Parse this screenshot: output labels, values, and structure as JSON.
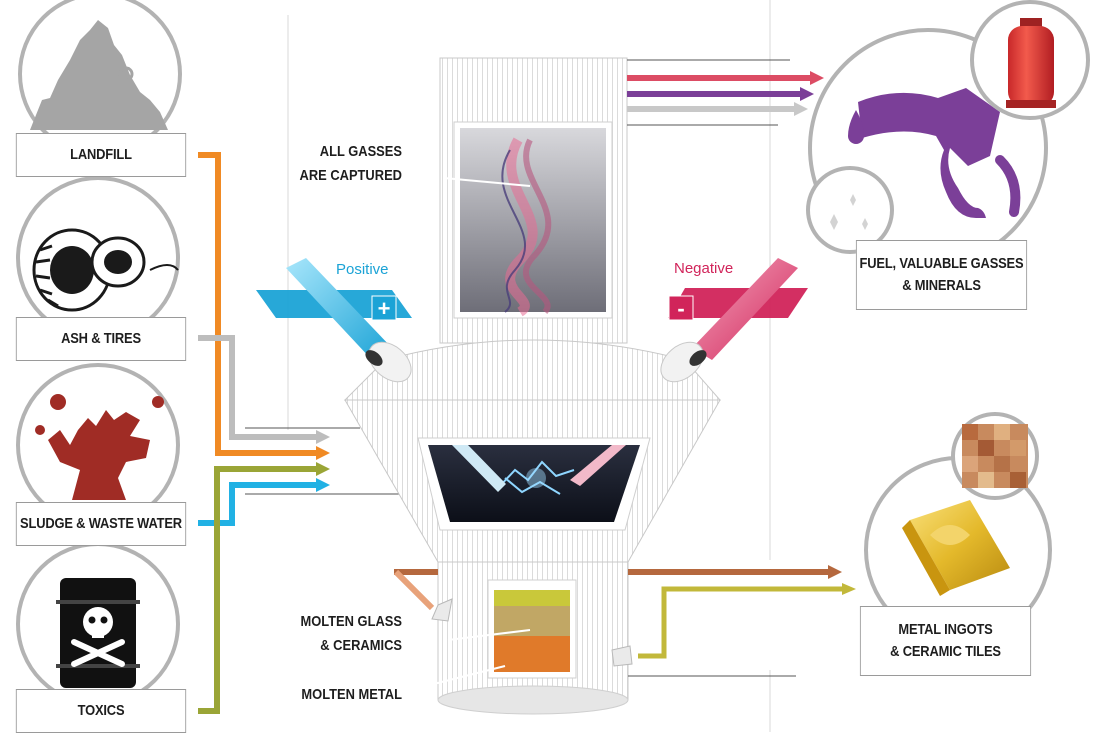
{
  "inputs": [
    {
      "label": "LANDFILL",
      "color": "#f08a24",
      "icon": "landfill-pile-icon"
    },
    {
      "label": "ASH & TIRES",
      "color": "#bdbdbd",
      "icon": "tires-icon"
    },
    {
      "label": "SLUDGE & WASTE WATER",
      "color": "#21b1e4",
      "icon": "sludge-splash-icon"
    },
    {
      "label": "TOXICS",
      "color": "#9aa536",
      "icon": "toxic-barrel-icon"
    }
  ],
  "annotations": {
    "gasses_line1": "ALL GASSES",
    "gasses_line2": "ARE CAPTURED",
    "glass_line1": "MOLTEN GLASS",
    "glass_line2": "& CERAMICS",
    "metal": "MOLTEN METAL"
  },
  "electrodes": {
    "positive_label": "Positive",
    "positive_sign": "+",
    "positive_color": "#1ba3d6",
    "negative_label": "Negative",
    "negative_sign": "-",
    "negative_color": "#d1245a"
  },
  "outputs": {
    "fuel_line1": "FUEL, VALUABLE GASSES",
    "fuel_line2": "& MINERALS",
    "ingots_line1": "METAL INGOTS",
    "ingots_line2": "& CERAMIC TILES",
    "gas_arrow_colors": [
      "#dc4c64",
      "#7b3f98",
      "#c8c8c8"
    ],
    "fuel_icon": "fuel-nozzle-icon",
    "tank_icon": "gas-cylinder-icon",
    "gold_icon": "gold-ingot-icon",
    "tiles_icon": "ceramic-tiles-icon"
  }
}
